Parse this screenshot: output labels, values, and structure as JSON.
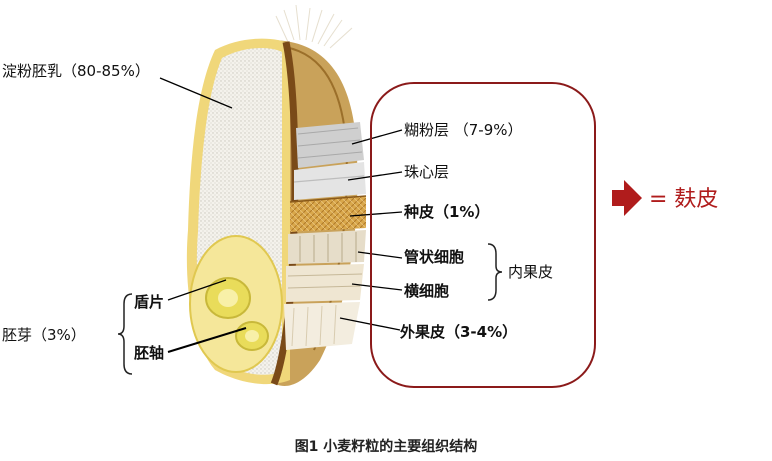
{
  "labels": {
    "endosperm": "淀粉胚乳（80-85%）",
    "aleurone": "糊粉层 （7-9%）",
    "nucellar": "珠心层",
    "seed_coat": "种皮（1%）",
    "tube_cells": "管状细胞",
    "cross_cells": "横细胞",
    "inner_pericarp": "内果皮",
    "outer_pericarp": "外果皮（3-4%）",
    "scutellum": "盾片",
    "embryo": "胚芽（3%）",
    "embryonic_axis": "胚轴",
    "bran_equals": "= 麸皮"
  },
  "caption": "图1   小麦籽粒的主要组织结构",
  "colors": {
    "accent": "#8b1a1a",
    "bran_text": "#b01c1c",
    "endosperm": "#f4f1ea",
    "husk": "#c9a25a",
    "germ": "#f2e07a"
  }
}
